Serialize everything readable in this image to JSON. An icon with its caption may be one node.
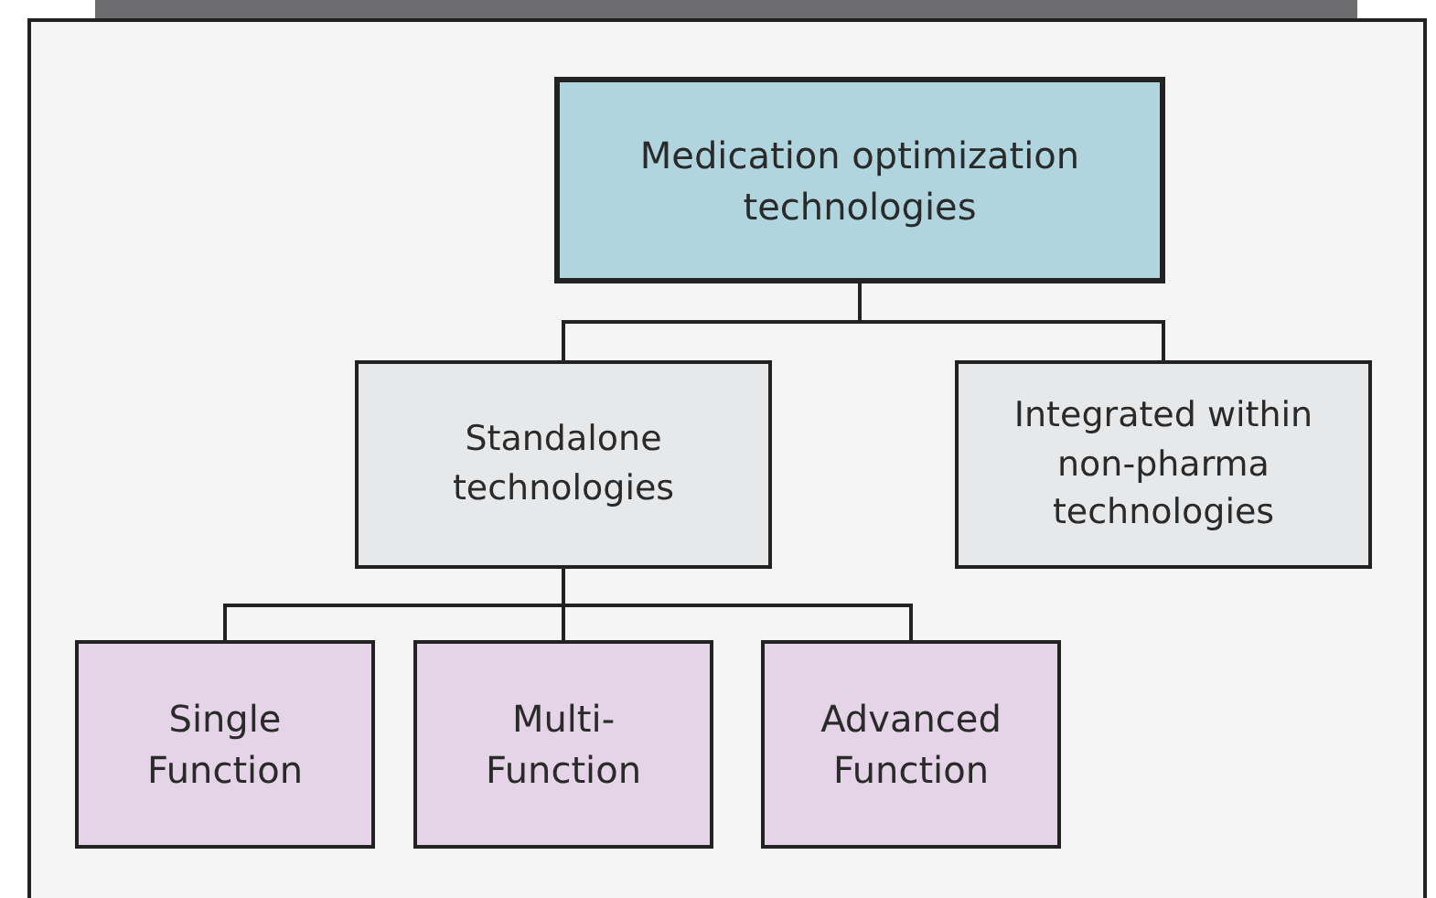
{
  "diagram": {
    "nodes": [
      {
        "text": [
          "Medication optimization technologies"
        ]
      },
      {
        "text": [
          "Standalone technologies"
        ]
      },
      {
        "text": [
          "Integrated within non-pharma technologies"
        ]
      },
      {
        "text": [
          "Single Function"
        ]
      },
      {
        "text": [
          "Multi- Function"
        ]
      },
      {
        "text": [
          "Advanced Function"
        ]
      }
    ],
    "edges": [
      {
        "from": 0,
        "to": 1,
        "arrow": "none"
      },
      {
        "from": 0,
        "to": 2,
        "arrow": "none"
      },
      {
        "from": 1,
        "to": 3,
        "arrow": "none"
      },
      {
        "from": 1,
        "to": 4,
        "arrow": "none"
      },
      {
        "from": 1,
        "to": 5,
        "arrow": "none"
      }
    ]
  }
}
